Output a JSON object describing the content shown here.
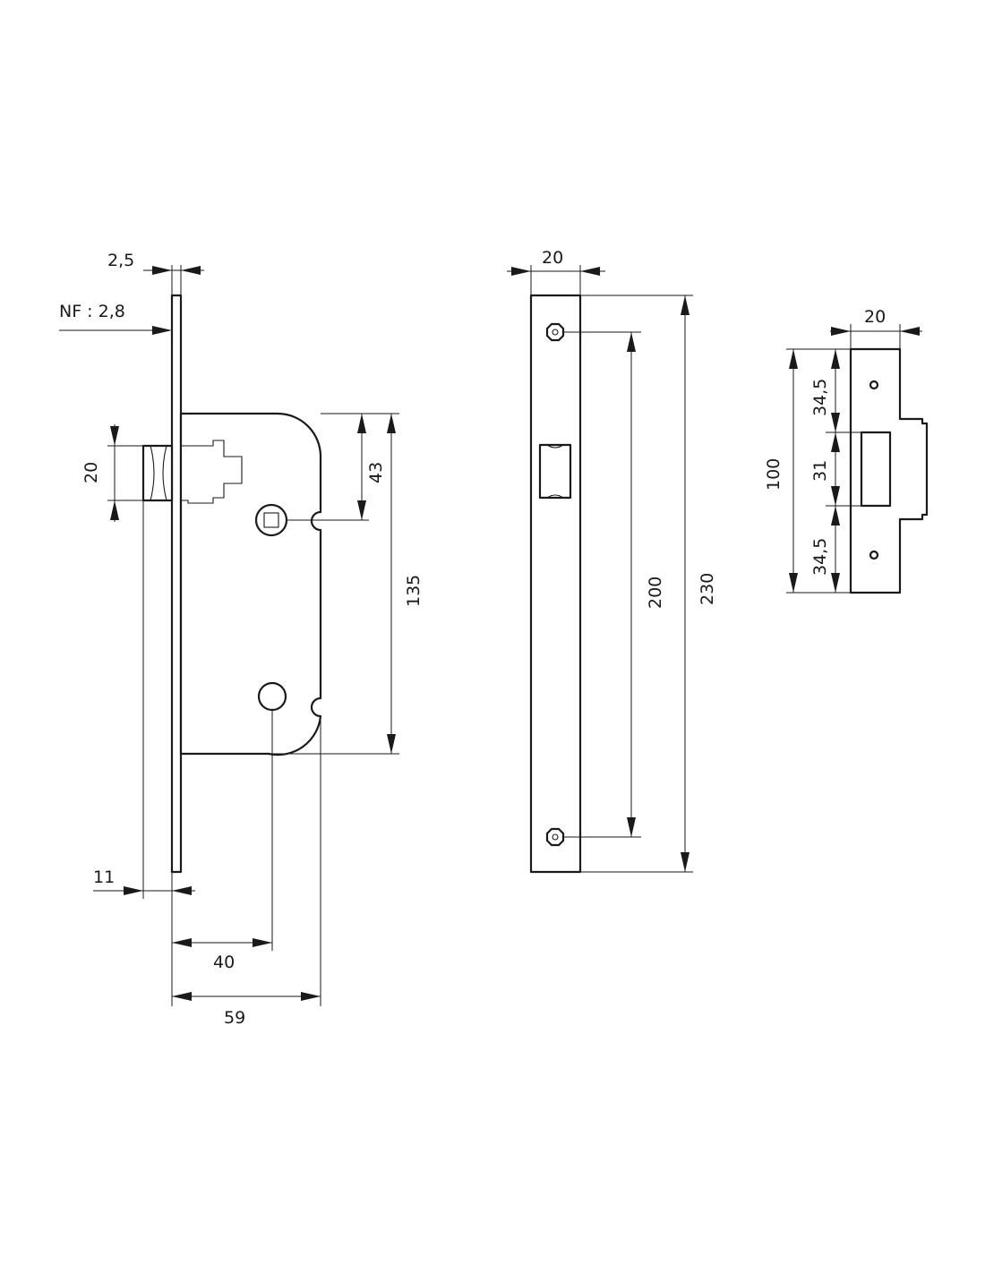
{
  "mortise_lock": {
    "faceplate_thickness": "2,5",
    "faceplate_thickness_nf": "NF : 2,8",
    "latch_height": "20",
    "follower_to_top": "43",
    "case_height": "135",
    "latch_projection": "11",
    "backset": "40",
    "case_depth": "59"
  },
  "faceplate": {
    "width": "20",
    "screw_spacing": "200",
    "length": "230"
  },
  "strike_plate": {
    "width": "20",
    "height": "100",
    "upper_segment": "34,5",
    "opening": "31",
    "lower_segment": "34,5"
  },
  "colors": {
    "line": "#1a1a1a",
    "background": "#ffffff"
  }
}
